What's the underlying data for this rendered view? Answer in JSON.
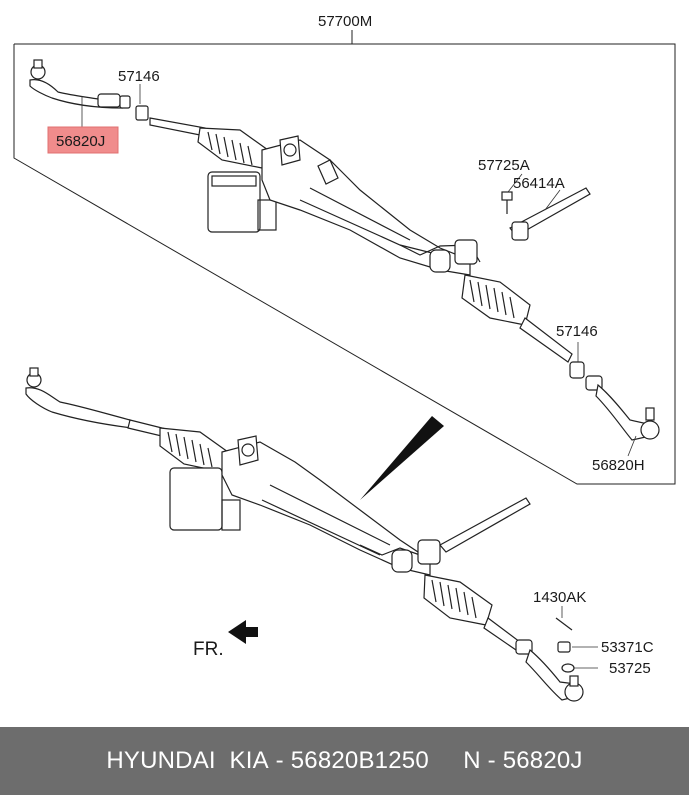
{
  "diagram": {
    "assembly_label": "57700M",
    "labels": {
      "nut_upper": "57146",
      "tie_rod_end_left": "56820J",
      "bolt": "57725A",
      "inner_rod": "56414A",
      "nut_lower": "57146",
      "tie_rod_end_right": "56820H",
      "cotter_pin": "1430AK",
      "castle_nut": "53371C",
      "washer": "53725"
    },
    "front_indicator": "FR.",
    "highlight_color": "#f08c8c"
  },
  "footer": {
    "brand": "HYUNDAI  KIA",
    "part_number": "56820B1250",
    "ref_number": "56820J"
  }
}
